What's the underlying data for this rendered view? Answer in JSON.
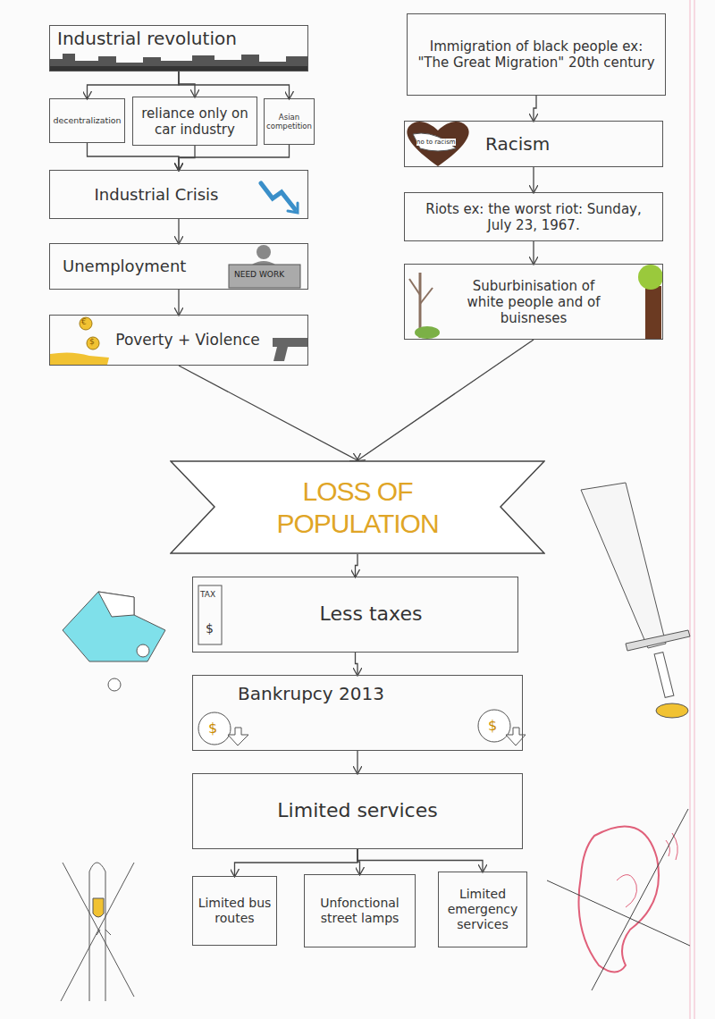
{
  "diagram": {
    "nodes": [
      {
        "text": [
          "Industrial revolution"
        ]
      },
      {
        "text": [
          "decentralization"
        ]
      },
      {
        "text": [
          "reliance only on car industry"
        ]
      },
      {
        "text": [
          "Asian competition"
        ]
      },
      {
        "text": [
          "Industrial Crisis"
        ]
      },
      {
        "text": [
          "Unemployment"
        ]
      },
      {
        "text": [
          "Poverty + Violence"
        ]
      },
      {
        "text": [
          "Immigration of black people ex: \"The Great Migration\" 20th century"
        ]
      },
      {
        "text": [
          "Racism"
        ]
      },
      {
        "text": [
          "Riots ex: the worst riot: Sunday, July 23, 1967."
        ]
      },
      {
        "text": [
          "Suburbinisation of white people and of buisneses"
        ]
      },
      {
        "text": [
          "LOSS OF POPULATION"
        ]
      },
      {
        "text": [
          "Less taxes"
        ]
      },
      {
        "text": [
          "Bankrupcy 2013"
        ]
      },
      {
        "text": [
          "Limited services"
        ]
      },
      {
        "text": [
          "Limited bus routes"
        ]
      },
      {
        "text": [
          "Unfonctional street lamps"
        ]
      },
      {
        "text": [
          "Limited emergency services"
        ]
      }
    ],
    "edges": [
      {
        "from": 0,
        "to": 1,
        "arrow": "to"
      },
      {
        "from": 0,
        "to": 2,
        "arrow": "to"
      },
      {
        "from": 0,
        "to": 3,
        "arrow": "to"
      },
      {
        "from": 1,
        "to": 4,
        "arrow": "to"
      },
      {
        "from": 2,
        "to": 4,
        "arrow": "to"
      },
      {
        "from": 3,
        "to": 4,
        "arrow": "to"
      },
      {
        "from": 4,
        "to": 5,
        "arrow": "to"
      },
      {
        "from": 5,
        "to": 6,
        "arrow": "to"
      },
      {
        "from": 7,
        "to": 8,
        "arrow": "to"
      },
      {
        "from": 8,
        "to": 9,
        "arrow": "to"
      },
      {
        "from": 9,
        "to": 10,
        "arrow": "to"
      },
      {
        "from": 6,
        "to": 11,
        "arrow": "to"
      },
      {
        "from": 10,
        "to": 11,
        "arrow": "to"
      },
      {
        "from": 11,
        "to": 12,
        "arrow": "to"
      },
      {
        "from": 12,
        "to": 13,
        "arrow": "to"
      },
      {
        "from": 13,
        "to": 14,
        "arrow": "to"
      },
      {
        "from": 14,
        "to": 15,
        "arrow": "to"
      },
      {
        "from": 14,
        "to": 16,
        "arrow": "to"
      },
      {
        "from": 14,
        "to": 17,
        "arrow": "to"
      }
    ],
    "labels": [
      "NEED WORK",
      "no to racism",
      "€",
      "$",
      "TAX",
      "$",
      "$",
      "$"
    ]
  }
}
